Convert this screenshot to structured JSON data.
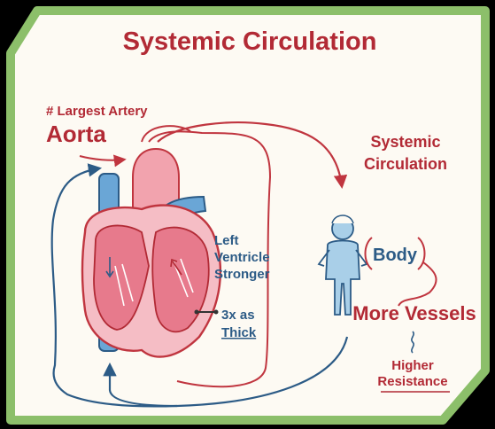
{
  "title": "Systemic Circulation",
  "labels": {
    "largest_artery": "# Largest Artery",
    "aorta": "Aorta",
    "systemic_line1": "Systemic",
    "systemic_line2": "Circulation",
    "lv_line1": "Left",
    "lv_line2": "Ventricle",
    "lv_line3": "Stronger",
    "thick_line1": "3x as",
    "thick_line2": "Thick",
    "body": "Body",
    "more_vessels": "More Vessels",
    "higher": "Higher",
    "resistance": "Resistance"
  },
  "colors": {
    "frame_green": "#8cbf6a",
    "background": "#fdfaf3",
    "title_red": "#b22a35",
    "artery_red": "#c0353f",
    "vein_blue": "#2c5b86",
    "vein_light": "#6aa6d6",
    "heart_pink": "#f2a3ae",
    "muscle_pink": "#e77a8c",
    "person_blue": "#a9cfe8"
  },
  "icons": {
    "person": "person-icon",
    "squiggle": "squiggle-icon"
  }
}
